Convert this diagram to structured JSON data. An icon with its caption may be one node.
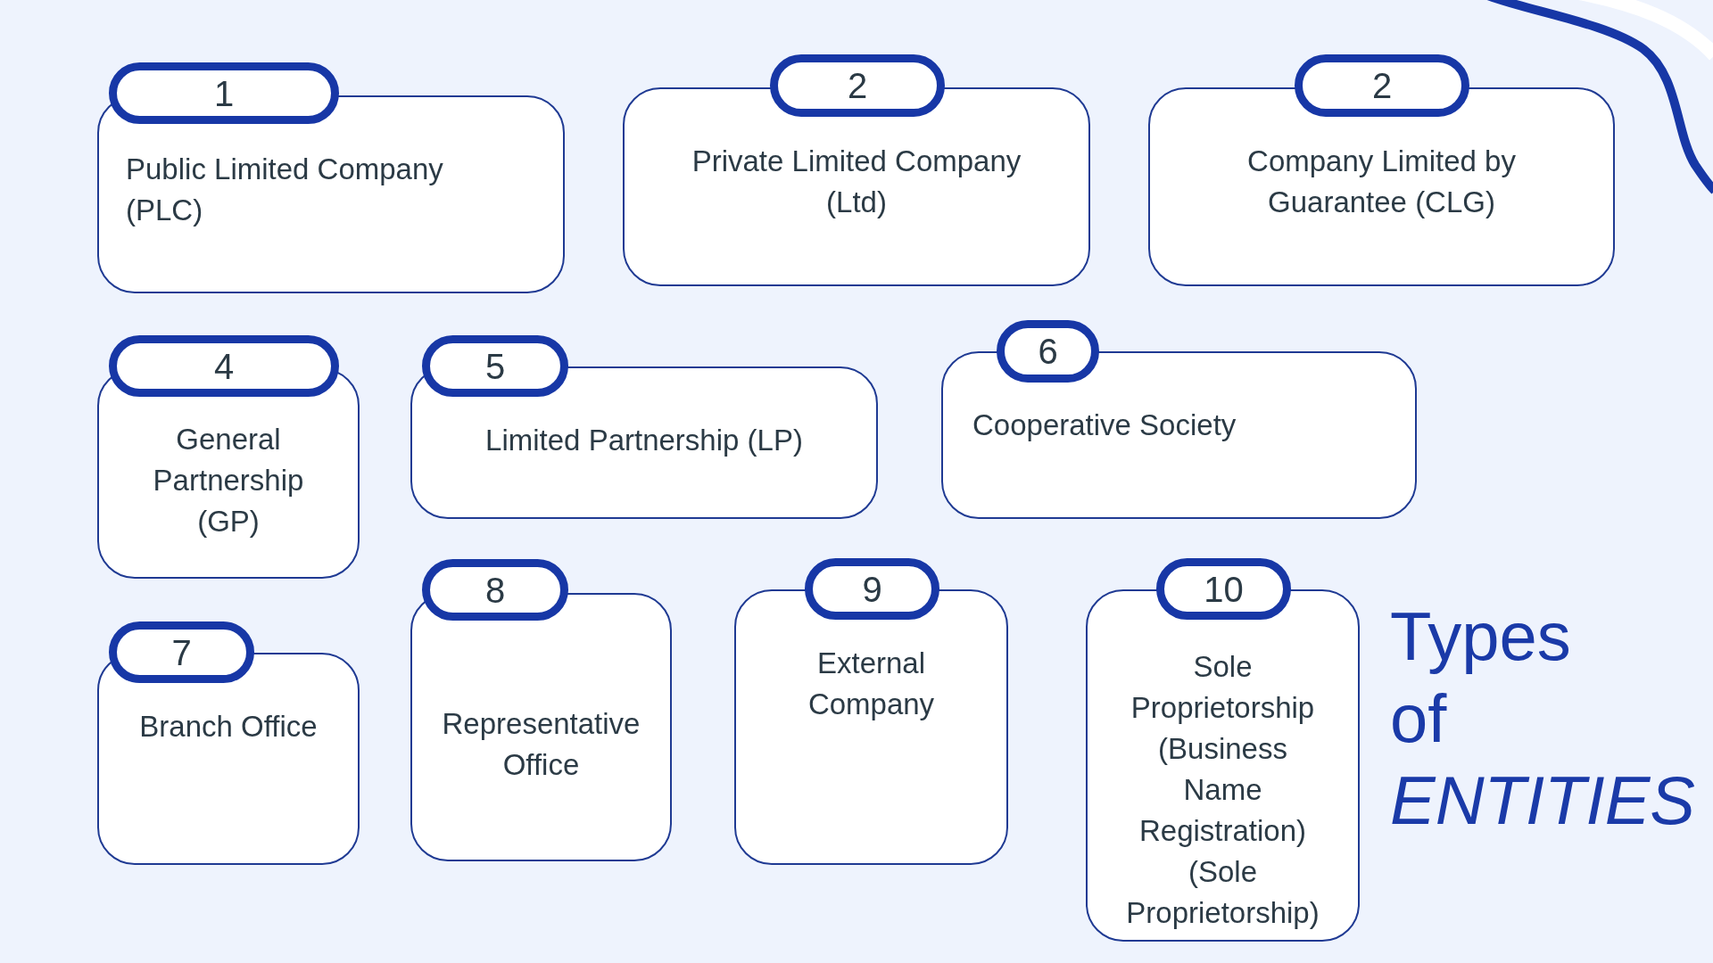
{
  "diagram": {
    "title": "Types of *ENTITIES*",
    "nodes": [
      {
        "text": [
          "1"
        ]
      },
      {
        "text": [
          "Public Limited Company (PLC)"
        ]
      },
      {
        "text": [
          "2"
        ]
      },
      {
        "text": [
          "Private Limited Company (Ltd)"
        ]
      },
      {
        "text": [
          "2"
        ]
      },
      {
        "text": [
          "Company Limited by Guarantee (CLG)"
        ]
      },
      {
        "text": [
          "4"
        ]
      },
      {
        "text": [
          "General Partnership (GP)"
        ]
      },
      {
        "text": [
          "5"
        ]
      },
      {
        "text": [
          "Limited Partnership (LP)"
        ]
      },
      {
        "text": [
          "6"
        ]
      },
      {
        "text": [
          "Cooperative Society"
        ]
      },
      {
        "text": [
          "7"
        ]
      },
      {
        "text": [
          "Branch Office"
        ]
      },
      {
        "text": [
          "8"
        ]
      },
      {
        "text": [
          "Representative Office"
        ]
      },
      {
        "text": [
          "9"
        ]
      },
      {
        "text": [
          "External Company"
        ]
      },
      {
        "text": [
          "10"
        ]
      },
      {
        "text": [
          "Sole Proprietorship (Business Name Registration) (Sole Proprietorship)"
        ]
      }
    ]
  }
}
